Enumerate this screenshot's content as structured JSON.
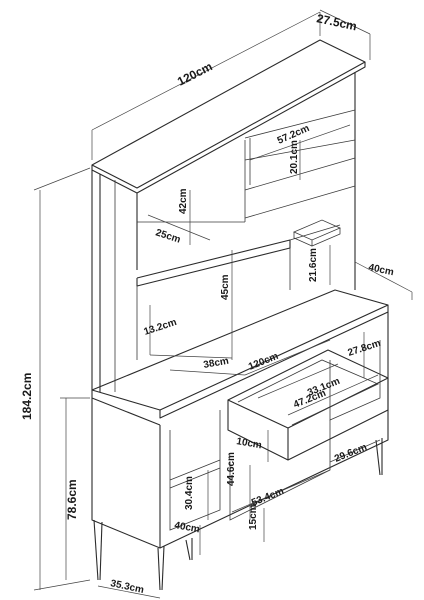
{
  "dimensions": {
    "width_total": "120cm",
    "depth_top": "27.5cm",
    "height_total": "184.2cm",
    "lower_height": "78.6cm",
    "depth_lower": "40cm",
    "upper_shelf_width": "57.2cm",
    "upper_shelf_height": "20.1cm",
    "upper_niche_height": "42cm",
    "upper_niche_depth": "25cm",
    "open_area_height": "45cm",
    "small_shelf_height": "21.6cm",
    "side_depth": "40cm",
    "counter_gap": "13.2cm",
    "counter_depth": "38cm",
    "counter_width": "120cm",
    "right_niche_height": "27.8cm",
    "drawer_depth": "33.1cm",
    "drawer_width": "47.2cm",
    "drawer_height": "10cm",
    "lower_niche_height": "44.6cm",
    "lower_niche_width": "53.4cm",
    "right_lower_width": "29.6cm",
    "left_shelf_height": "30.4cm",
    "left_lower_height": "40cm",
    "leg_height": "15cm",
    "base_depth": "35.3cm"
  }
}
